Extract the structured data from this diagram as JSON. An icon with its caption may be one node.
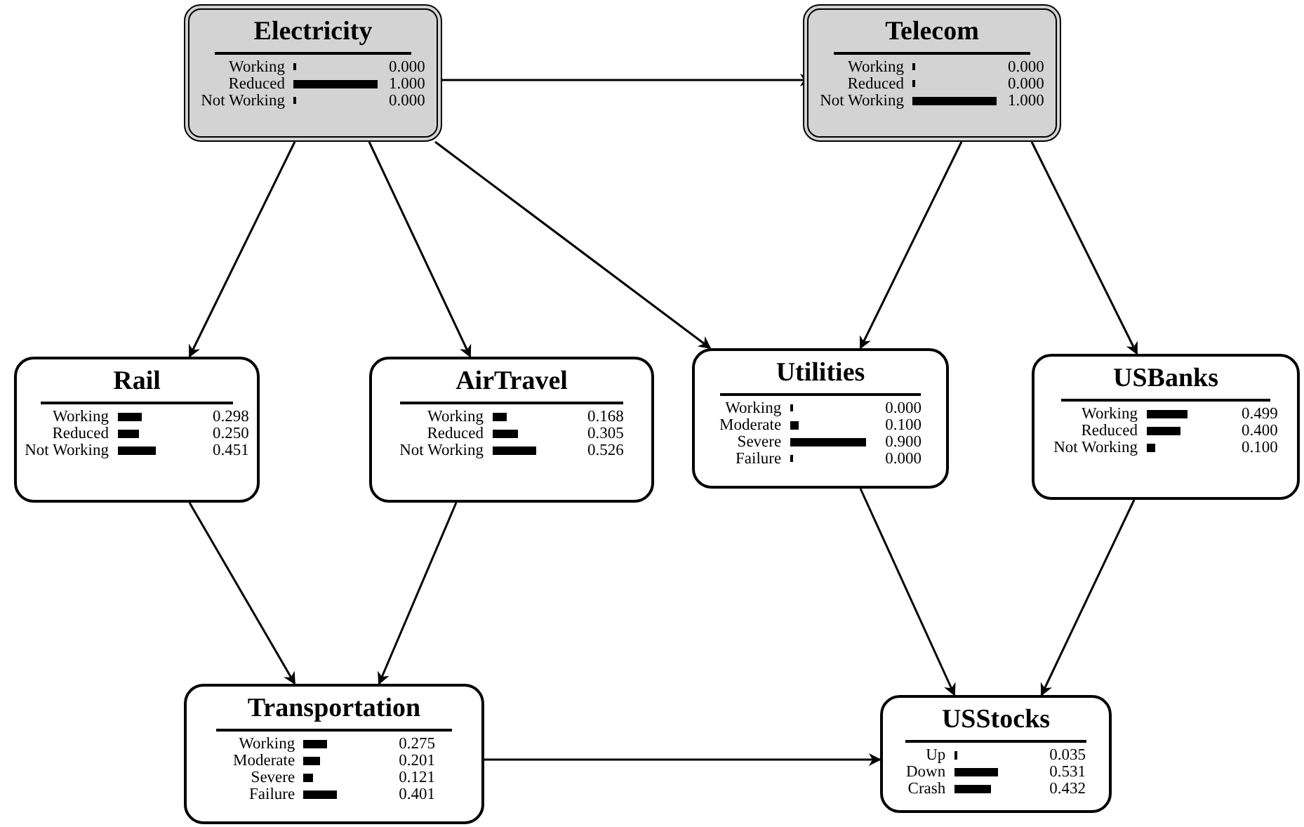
{
  "diagram": {
    "nodes": [
      {
        "text": [
          "Electricity",
          "Working",
          "0.000",
          "Reduced",
          "1.000",
          "Not Working",
          "0.000"
        ]
      },
      {
        "text": [
          "Telecom",
          "Working",
          "0.000",
          "Reduced",
          "0.000",
          "Not Working",
          "1.000"
        ]
      },
      {
        "text": [
          "Rail",
          "Working",
          "0.298",
          "Reduced",
          "0.250",
          "Not Working",
          "0.451"
        ]
      },
      {
        "text": [
          "AirTravel",
          "Working",
          "0.168",
          "Reduced",
          "0.305",
          "Not Working",
          "0.526"
        ]
      },
      {
        "text": [
          "Utilities",
          "Working",
          "0.000",
          "Moderate",
          "0.100",
          "Severe",
          "0.900",
          "Failure",
          "0.000"
        ]
      },
      {
        "text": [
          "USBanks",
          "Working",
          "0.499",
          "Reduced",
          "0.400",
          "Not Working",
          "0.100"
        ]
      },
      {
        "text": [
          "Transportation",
          "Working",
          "0.275",
          "Moderate",
          "0.201",
          "Severe",
          "0.121",
          "Failure",
          "0.401"
        ]
      },
      {
        "text": [
          "USStocks",
          "Up",
          "0.035",
          "Down",
          "0.531",
          "Crash",
          "0.432"
        ]
      }
    ],
    "edges": [
      {
        "from": 0,
        "to": 2,
        "arrow": "to"
      },
      {
        "from": 0,
        "to": 3,
        "arrow": "to"
      },
      {
        "from": 0,
        "to": 4,
        "arrow": "to"
      },
      {
        "from": 0,
        "to": 1,
        "arrow": "to"
      },
      {
        "from": 1,
        "to": 4,
        "arrow": "to"
      },
      {
        "from": 1,
        "to": 5,
        "arrow": "to"
      },
      {
        "from": 2,
        "to": 6,
        "arrow": "to"
      },
      {
        "from": 3,
        "to": 6,
        "arrow": "to"
      },
      {
        "from": 4,
        "to": 7,
        "arrow": "to"
      },
      {
        "from": 5,
        "to": 7,
        "arrow": "to"
      },
      {
        "from": 6,
        "to": 7,
        "arrow": "to"
      }
    ]
  }
}
